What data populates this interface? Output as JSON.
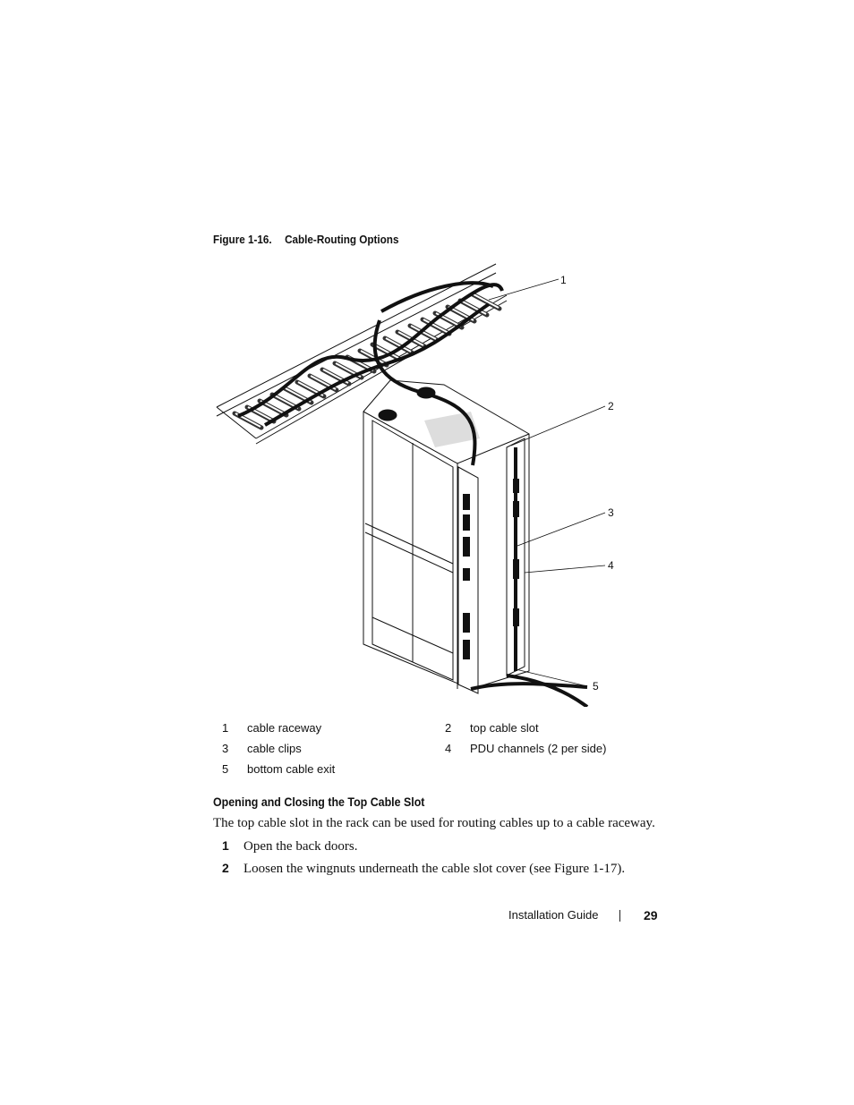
{
  "figure": {
    "number": "Figure 1-16.",
    "title": "Cable-Routing Options",
    "callouts": [
      "1",
      "2",
      "3",
      "4",
      "5"
    ]
  },
  "legend": [
    {
      "num": "1",
      "label": "cable raceway"
    },
    {
      "num": "2",
      "label": "top cable slot"
    },
    {
      "num": "3",
      "label": "cable clips"
    },
    {
      "num": "4",
      "label": "PDU channels (2 per side)"
    },
    {
      "num": "5",
      "label": "bottom cable exit"
    }
  ],
  "section": {
    "heading": "Opening and Closing the Top Cable Slot",
    "intro": "The top cable slot in the rack can be used for routing cables up to a cable raceway.",
    "steps": [
      {
        "num": "1",
        "text": "Open the back doors."
      },
      {
        "num": "2",
        "text": "Loosen the wingnuts underneath the cable slot cover (see Figure 1-17)."
      }
    ]
  },
  "footer": {
    "title": "Installation Guide",
    "page": "29"
  }
}
